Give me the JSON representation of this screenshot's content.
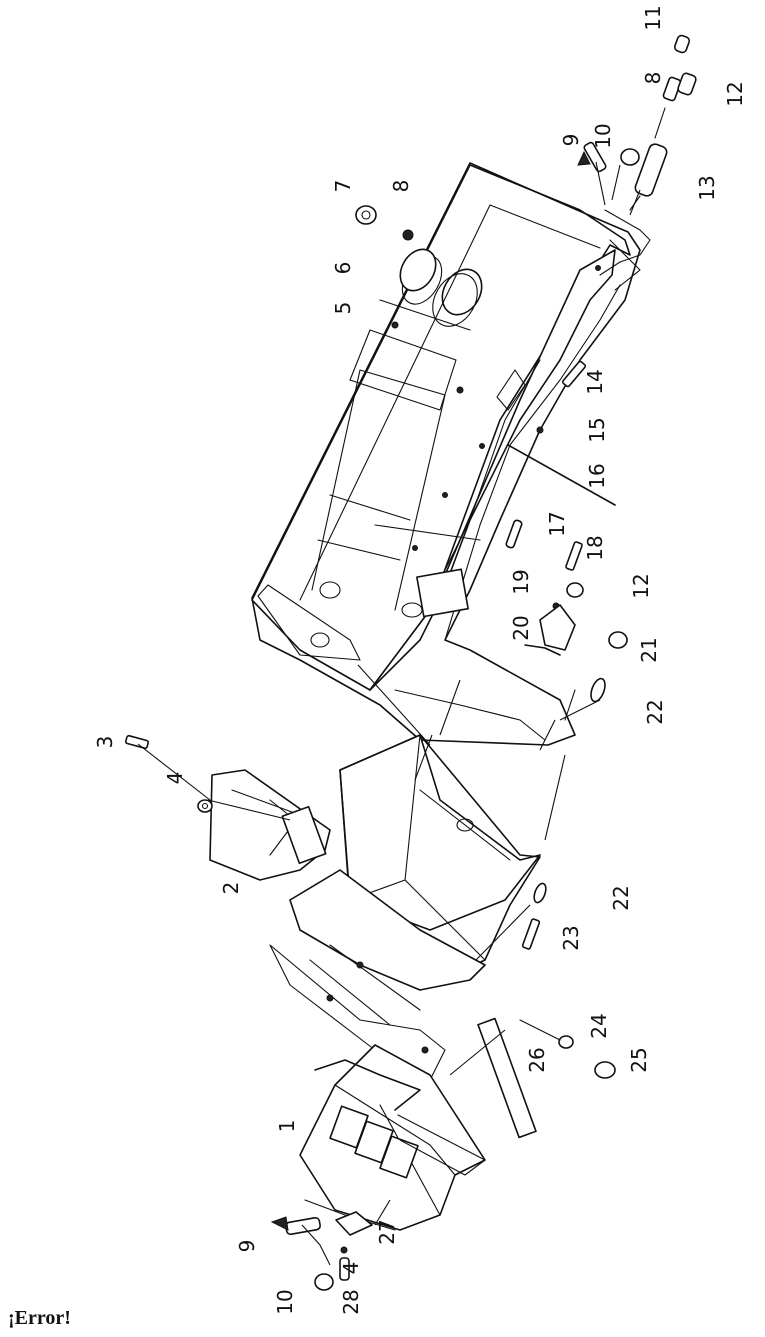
{
  "callouts": {
    "c1": "1",
    "c2": "2",
    "c3": "3",
    "c4a": "4",
    "c4b": "4",
    "c5": "5",
    "c6": "6",
    "c7": "7",
    "c8a": "8",
    "c8b": "8",
    "c9a": "9",
    "c9b": "9",
    "c10a": "10",
    "c10b": "10",
    "c11": "11",
    "c12a": "12",
    "c12b": "12",
    "c13": "13",
    "c14": "14",
    "c15": "15",
    "c16": "16",
    "c17": "17",
    "c18": "18",
    "c19": "19",
    "c20": "20",
    "c21": "21",
    "c22a": "22",
    "c22b": "22",
    "c23": "23",
    "c24": "24",
    "c25": "25",
    "c26": "26",
    "c27": "27",
    "c28": "28"
  },
  "footer": {
    "error_text": "¡Error!"
  }
}
